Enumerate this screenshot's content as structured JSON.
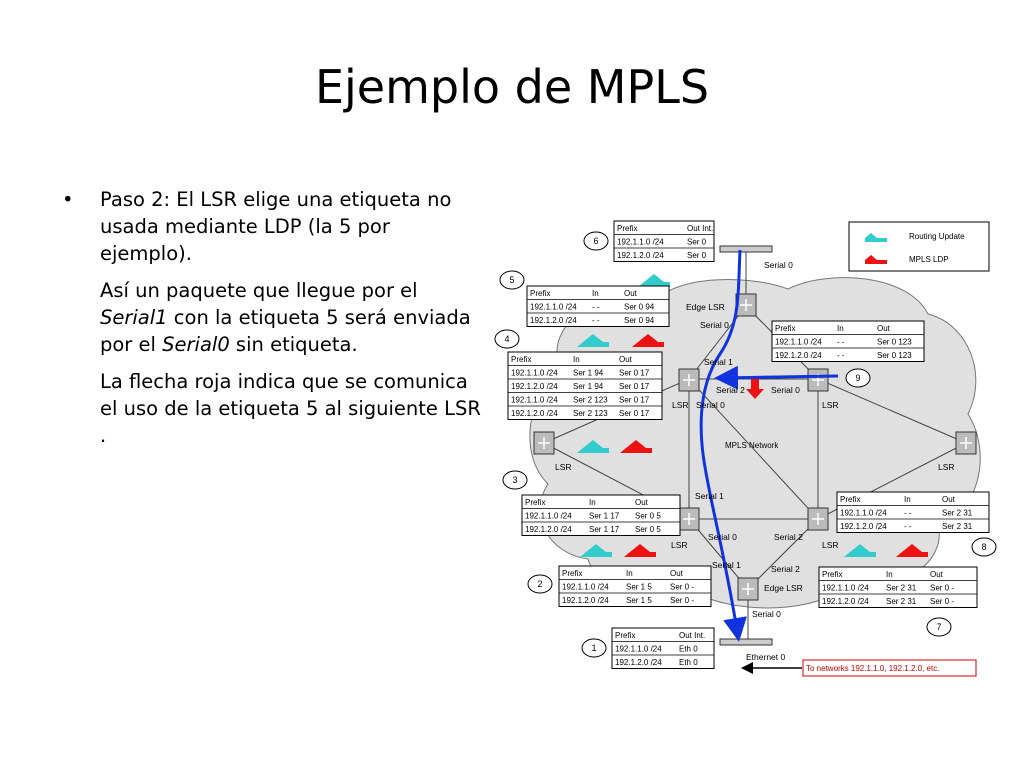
{
  "slide": {
    "title": "Ejemplo de MPLS",
    "bullet": "Paso 2: El LSR elige una etiqueta no usada mediante LDP (la 5 por ejemplo).",
    "p2": {
      "before": "Así un paquete que llegue por el ",
      "em1": "Serial1",
      "mid": " con la etiqueta 5 será enviada por el ",
      "em2": "Serial0",
      "after": " sin etiqueta."
    },
    "p3": "La flecha roja indica que se comunica el uso de la etiqueta 5 al siguiente LSR ."
  },
  "diagram": {
    "legend": {
      "update": "Routing Update",
      "ldp": "MPLS LDP"
    },
    "cloud_label": "MPLS Network",
    "colors": {
      "update": "#33cccc",
      "ldp": "#ee1111",
      "path": "#1133dd",
      "cloud": "#e0e0e0"
    },
    "nodes": {
      "edge_top": "Edge LSR",
      "edge_bottom": "Edge LSR",
      "lsr_left_up": "LSR",
      "lsr_far_left": "LSR",
      "lsr_mid_right": "LSR",
      "lsr_far_right": "LSR",
      "lsr_bottom_left": "LSR",
      "lsr_bottom_right": "LSR"
    },
    "ports": {
      "serial0_top": "Serial 0",
      "serial0_edge": "Serial 0",
      "serial1_a": "Serial 1",
      "serial2_a": "Serial 2",
      "serial0_a": "Serial 0",
      "serial0_b": "Serial 0",
      "serial1_b": "Serial 1",
      "serial0_c": "Serial 0",
      "serial2_b": "Serial 2",
      "serial1_c": "Serial 1",
      "serial2_c": "Serial 2",
      "serial0_d": "Serial 0",
      "ethernet0": "Ethernet 0"
    },
    "to_networks": "To networks 192.1.1.0, 192.1.2.0, etc.",
    "steps": [
      "1",
      "2",
      "3",
      "4",
      "5",
      "6",
      "7",
      "8",
      "9"
    ],
    "tables": {
      "t6": {
        "head": [
          "Prefix",
          "Out Int."
        ],
        "rows": [
          [
            "192.1.1.0 /24",
            "Ser 0"
          ],
          [
            "192.1.2.0 /24",
            "Ser 0"
          ]
        ]
      },
      "t5": {
        "head": [
          "Prefix",
          "In",
          "Out"
        ],
        "rows": [
          [
            "192.1.1.0 /24",
            "-   -",
            "Ser 0  94"
          ],
          [
            "192.1.2.0 /24",
            "-   -",
            "Ser 0  94"
          ]
        ]
      },
      "t4": {
        "head": [
          "Prefix",
          "In",
          "Out"
        ],
        "rows": [
          [
            "192.1.1.0 /24",
            "Ser 1  94",
            "Ser 0  17"
          ],
          [
            "192.1.2.0 /24",
            "Ser 1  94",
            "Ser 0  17"
          ],
          [
            "192.1.1.0 /24",
            "Ser 2  123",
            "Ser 0  17"
          ],
          [
            "192.1.2.0 /24",
            "Ser 2  123",
            "Ser 0  17"
          ]
        ]
      },
      "t9": {
        "head": [
          "Prefix",
          "In",
          "Out"
        ],
        "rows": [
          [
            "192.1.1.0 /24",
            "-   -",
            "Ser 0  123"
          ],
          [
            "192.1.2.0 /24",
            "-   -",
            "Ser 0  123"
          ]
        ]
      },
      "t3": {
        "head": [
          "Prefix",
          "In",
          "Out"
        ],
        "rows": [
          [
            "192.1.1.0 /24",
            "Ser 1  17",
            "Ser 0  5"
          ],
          [
            "192.1.2.0 /24",
            "Ser 1  17",
            "Ser 0  5"
          ]
        ]
      },
      "t8": {
        "head": [
          "Prefix",
          "In",
          "Out"
        ],
        "rows": [
          [
            "192.1.1.0 /24",
            "-   -",
            "Ser 2  31"
          ],
          [
            "192.1.2.0 /24",
            "-   -",
            "Ser 2  31"
          ]
        ]
      },
      "t2": {
        "head": [
          "Prefix",
          "In",
          "Out"
        ],
        "rows": [
          [
            "192.1.1.0 /24",
            "Ser 1  5",
            "Ser 0  -"
          ],
          [
            "192.1.2.0 /24",
            "Ser 1  5",
            "Ser 0  -"
          ]
        ]
      },
      "t7": {
        "head": [
          "Prefix",
          "In",
          "Out"
        ],
        "rows": [
          [
            "192.1.1.0 /24",
            "Ser 2  31",
            "Ser 0  -"
          ],
          [
            "192.1.2.0 /24",
            "Ser 2  31",
            "Ser 0  -"
          ]
        ]
      },
      "t1": {
        "head": [
          "Prefix",
          "Out Int."
        ],
        "rows": [
          [
            "192.1.1.0 /24",
            "Eth 0"
          ],
          [
            "192.1.2.0 /24",
            "Eth 0"
          ]
        ]
      }
    }
  }
}
